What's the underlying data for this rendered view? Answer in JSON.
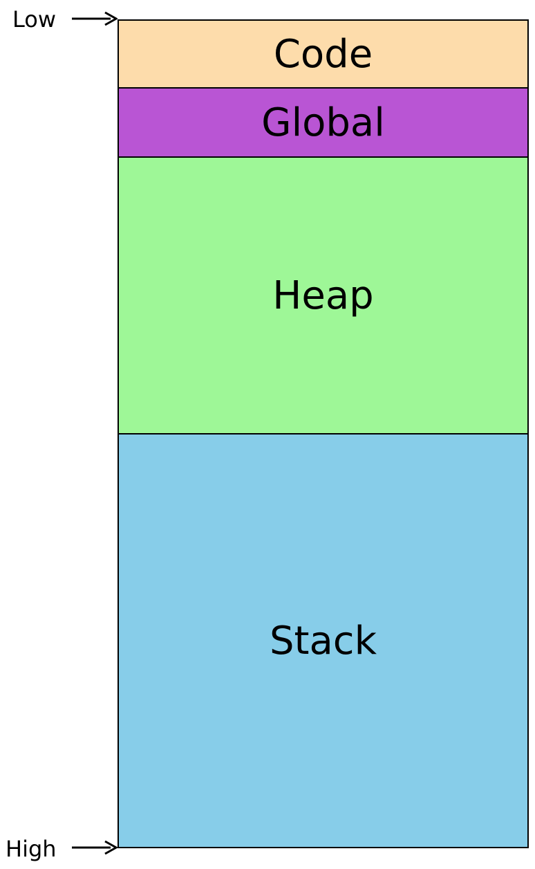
{
  "diagram": {
    "segments": [
      {
        "label": "Code",
        "color": "#FDDCAB"
      },
      {
        "label": "Global",
        "color": "#B955D4"
      },
      {
        "label": "Heap",
        "color": "#9EF797"
      },
      {
        "label": "Stack",
        "color": "#87CDE9"
      }
    ],
    "address_labels": {
      "low": "Low",
      "high": "High"
    },
    "arrow_icon": "right-arrow-icon"
  }
}
